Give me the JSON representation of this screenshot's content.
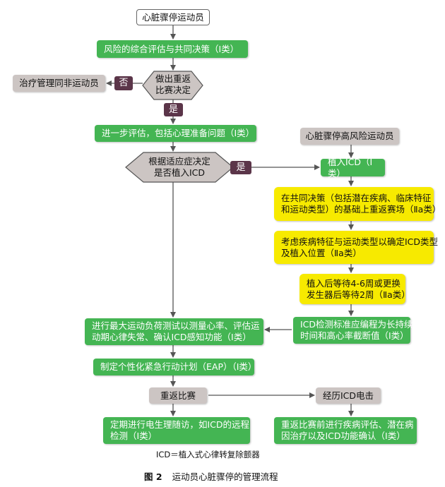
{
  "nodes": {
    "start": "心脏骤停运动员",
    "risk_assessment": "风险的综合评估与共同决策（Ⅰ类）",
    "decision_return": "做出重返\n比赛决定",
    "no_label": "否",
    "non_athlete": "治疗管理同非运动员",
    "yes_label_1": "是",
    "further_eval": "进一步评估，包括心理准备问题（Ⅰ类）",
    "decision_icd": "根据适应症决定\n是否植入ICD",
    "yes_label_2": "是",
    "high_risk": "心脏骤停高风险运动员",
    "implant_icd": "植入ICD（Ⅰ类）",
    "shared_decision": "在共同决策（包括潜在疾病、临床特征\n和运动类型）的基础上重返赛场（Ⅱa类）",
    "icd_type": "考虑疾病特征与运动类型以确定ICD类型\n及植入位置（Ⅱa类）",
    "wait": "植入后等待4-6周或更换\n发生器后等待2周（Ⅱa类）",
    "icd_programming": "ICD检测标准应编程为长持续\n时间和高心率截断值（Ⅰ类）",
    "max_test": "进行最大运动负荷测试以测量心率、评估运\n动期心律失常、确认ICD感知功能（Ⅰ类）",
    "eap": "制定个性化紧急行动计划（EAP）（Ⅰ类）",
    "return_play": "重返比赛",
    "icd_shock": "经历ICD电击",
    "followup": "定期进行电生理随访，如ICD的远程\n检测（Ⅰ类）",
    "post_shock": "重返比赛前进行疾病评估、潜在病\n因治疗以及ICD功能确认（Ⅰ类）"
  },
  "footnote": "ICD＝植入式心律转复除颤器",
  "caption": {
    "label": "图 2",
    "text": "运动员心脏骤停的管理流程"
  },
  "colors": {
    "green": "#44b553",
    "gray": "#ccc5c3",
    "yellow": "#f7ea00",
    "dark_label": "#5b3549",
    "arrow": "#555555"
  }
}
